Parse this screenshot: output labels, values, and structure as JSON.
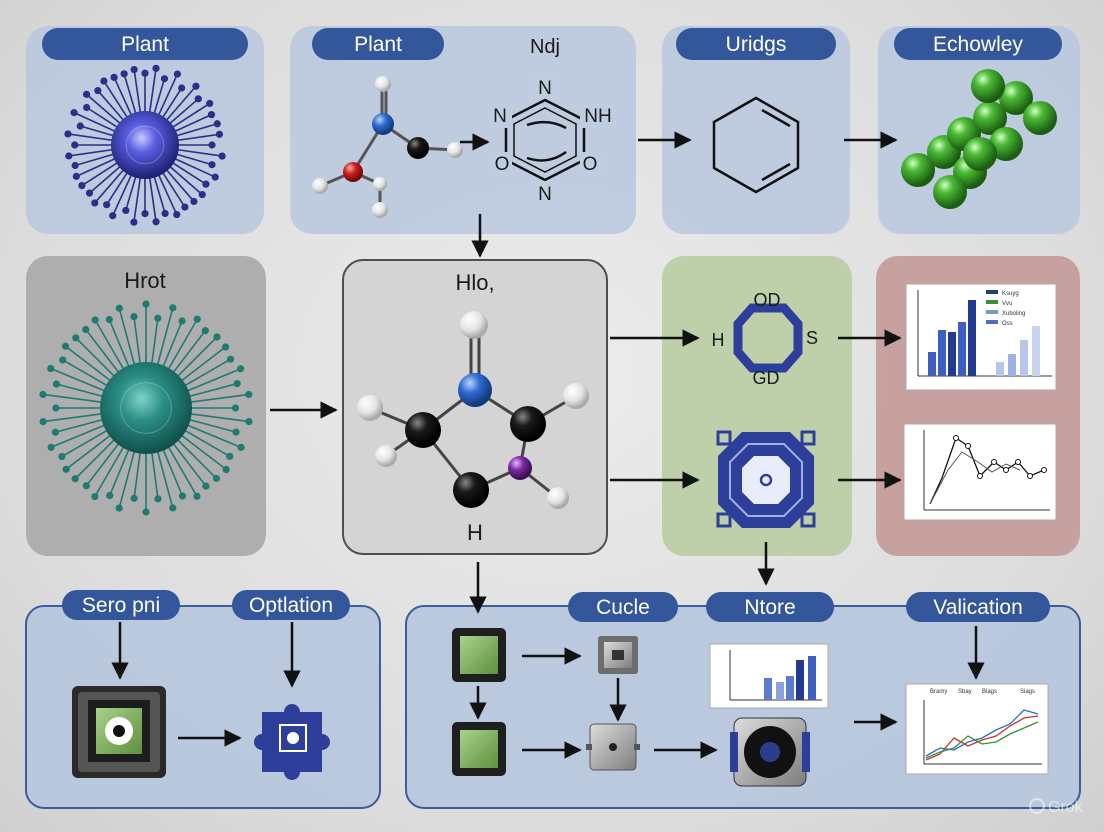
{
  "panels": {
    "p1": {
      "title": "Plant"
    },
    "p2": {
      "title": "Plant",
      "subtitle": "Ndj",
      "ring_atoms": [
        "N",
        "NH",
        "N",
        "O",
        "O",
        "N"
      ]
    },
    "p3": {
      "title": "Uridgs"
    },
    "p4": {
      "title": "Echowley"
    },
    "p5": {
      "title": "Hrot"
    },
    "p6": {
      "title": "Hlo,",
      "footer": "H"
    },
    "p7": {
      "labels": [
        "OD",
        "H",
        "S",
        "GD"
      ]
    },
    "bottom_left": {
      "tags": [
        "Sero pni",
        "Optlation"
      ]
    },
    "bottom_right": {
      "tags": [
        "Cucle",
        "Ntore",
        "Valication"
      ]
    }
  },
  "legend_words": [
    "Ksuyg",
    "Vvu",
    "Xuboling",
    "Oss"
  ],
  "chart_legend": [
    "Bramy",
    "Sbay",
    "Biags",
    "Siags"
  ],
  "colors": {
    "pill": "#33579a",
    "panel_blue": "#b9c8de",
    "panel_gray": "#a9a9a9",
    "panel_green": "#b9cda2",
    "panel_rose": "#c49a98",
    "virus_blue": "#2a2f8a",
    "virus_teal": "#1f7a74",
    "bead_green": "#3b9a2a"
  },
  "watermark": "Grok"
}
